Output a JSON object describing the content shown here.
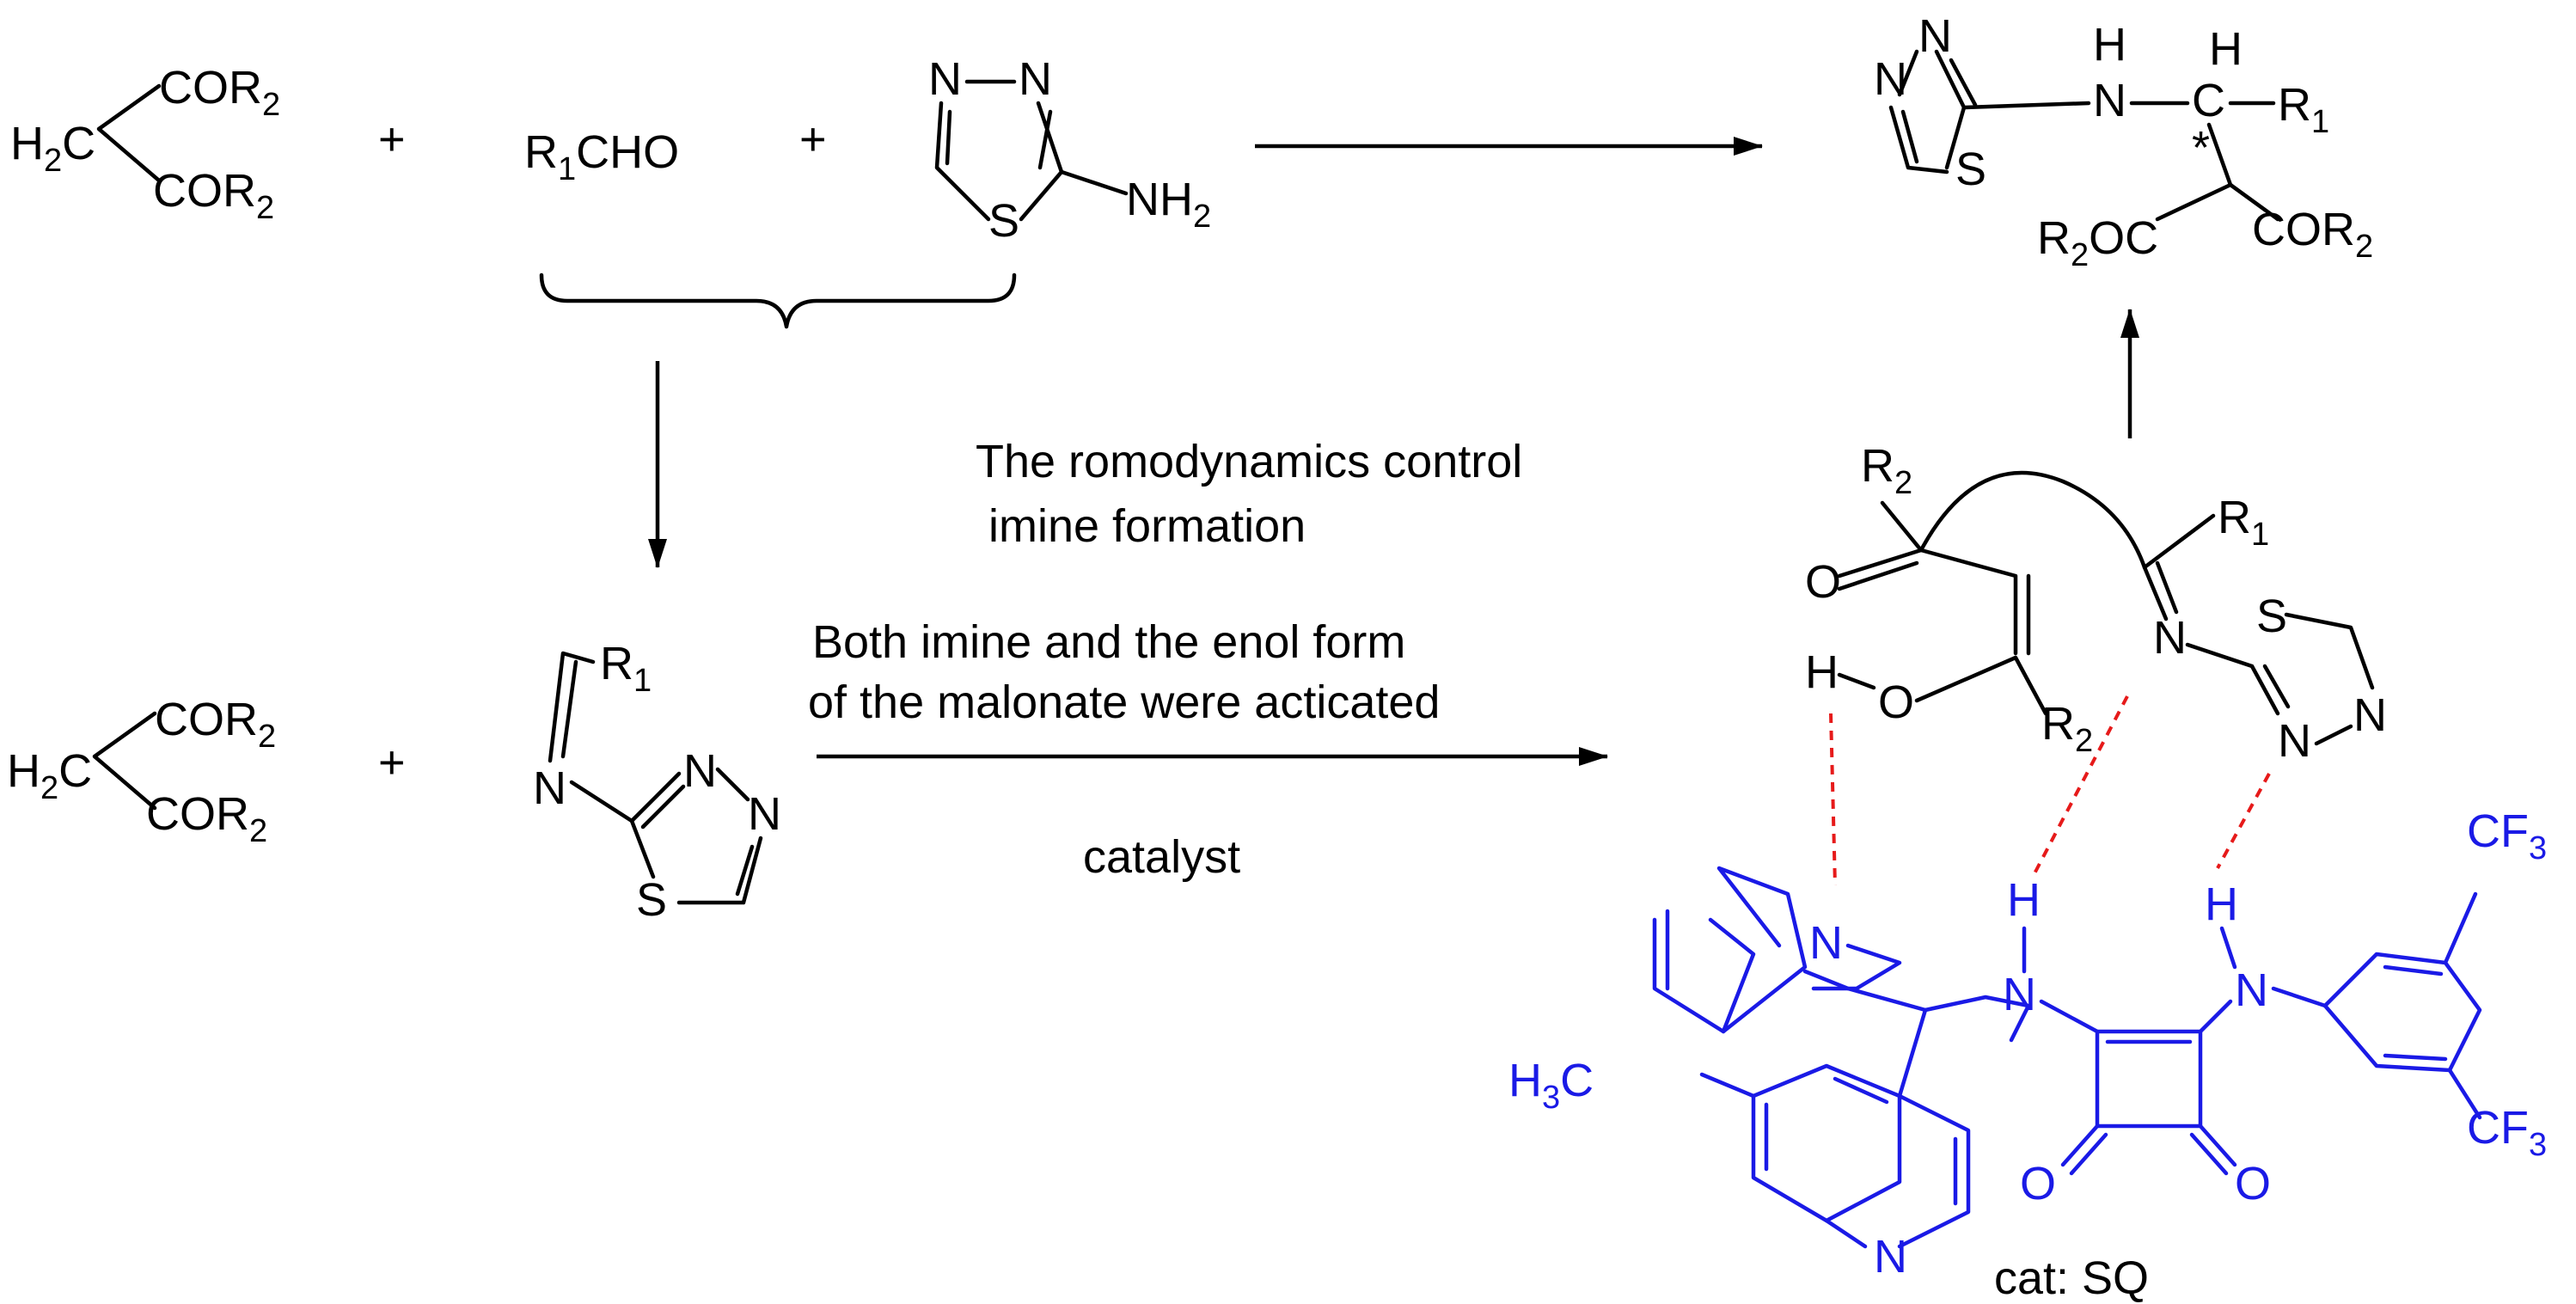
{
  "colors": {
    "catalyst": "#1a1ae6",
    "hbond": "#e61a1a",
    "text": "#000000"
  },
  "reactants": {
    "h2c": "H",
    "h2c_sub": "2",
    "h2c_tail": "C",
    "cor2_base": "COR",
    "cor2_sub": "2",
    "plus": "+",
    "aldehyde_pre": "R",
    "aldehyde_sub": "1",
    "aldehyde_post": "CHO",
    "amine_nh2": "NH",
    "amine_nh2_sub": "2",
    "atom_N": "N",
    "atom_S": "S"
  },
  "product": {
    "nh": "N",
    "h": "H",
    "stereo_mark": "*",
    "r1": "R",
    "r1_sub": "1",
    "r2oc_pre": "R",
    "r2oc_sub": "2",
    "r2oc_post": "OC",
    "cor2_base": "COR",
    "cor2_sub": "2",
    "c": "C"
  },
  "annotations": {
    "thermo_line1": "The romodynamics control",
    "thermo_line2": "imine formation",
    "activation_line1": "Both imine and the enol form",
    "activation_line2": "of the malonate were acticated",
    "catalyst_label": "catalyst",
    "cat_name": "cat: SQ"
  },
  "transition_state": {
    "r2": "R",
    "r2_sub": "2",
    "r1": "R",
    "r1_sub": "1",
    "o": "O",
    "h": "H",
    "n": "N",
    "s": "S"
  },
  "catalyst": {
    "h3c_pre": "H",
    "h3c_sub": "3",
    "h3c_post": "C",
    "cf3": "CF",
    "cf3_sub": "3",
    "n": "N",
    "h": "H",
    "o": "O"
  }
}
